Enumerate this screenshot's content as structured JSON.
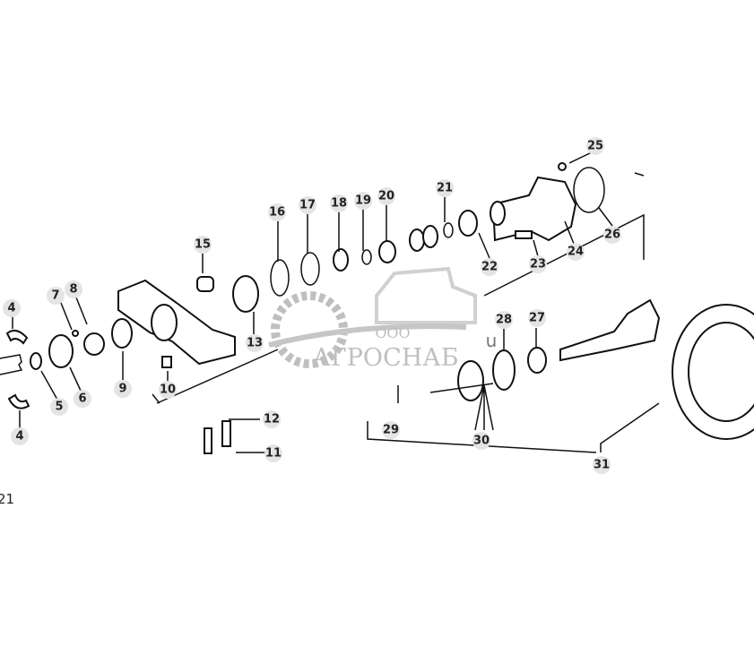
{
  "diagram": {
    "callouts": [
      "4",
      "7",
      "8",
      "4",
      "5",
      "6",
      "9",
      "10",
      "13",
      "15",
      "16",
      "17",
      "18",
      "19",
      "20",
      "21",
      "22",
      "23",
      "24",
      "25",
      "26",
      "27",
      "28",
      "29",
      "30",
      "31",
      "12",
      "11"
    ],
    "corner_label": "21",
    "stray_mark": "u"
  },
  "watermark": {
    "company_prefix": "ООО",
    "company_name": "АГРОСНАБ",
    "color": "#b5b5b5"
  }
}
